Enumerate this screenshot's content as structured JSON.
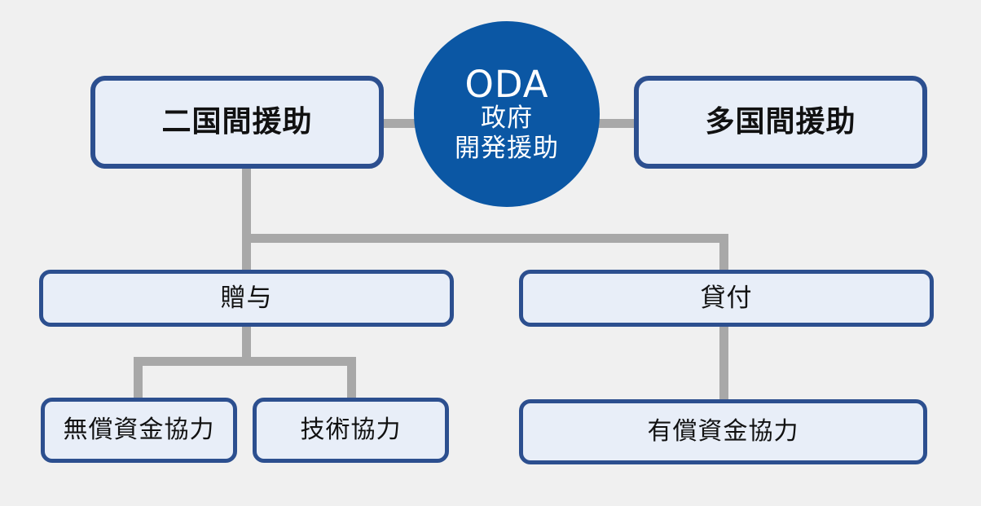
{
  "diagram": {
    "title": "ODA structure chart",
    "background_color": "#f0f0f0",
    "colors": {
      "box_border": "#2c4f8f",
      "box_fill": "#e8eef8",
      "circle_fill": "#0b57a4",
      "connector": "#a8a8a8",
      "text": "#111111",
      "circle_text": "#ffffff"
    },
    "center": {
      "main": "ODA",
      "sub1": "政府",
      "sub2": "開発援助"
    },
    "nodes": {
      "bilateral": "二国間援助",
      "multilateral": "多国間援助",
      "grant": "贈与",
      "loan": "貸付",
      "grant_aid": "無償資金協力",
      "technical": "技術協力",
      "loan_aid": "有償資金協力"
    }
  }
}
